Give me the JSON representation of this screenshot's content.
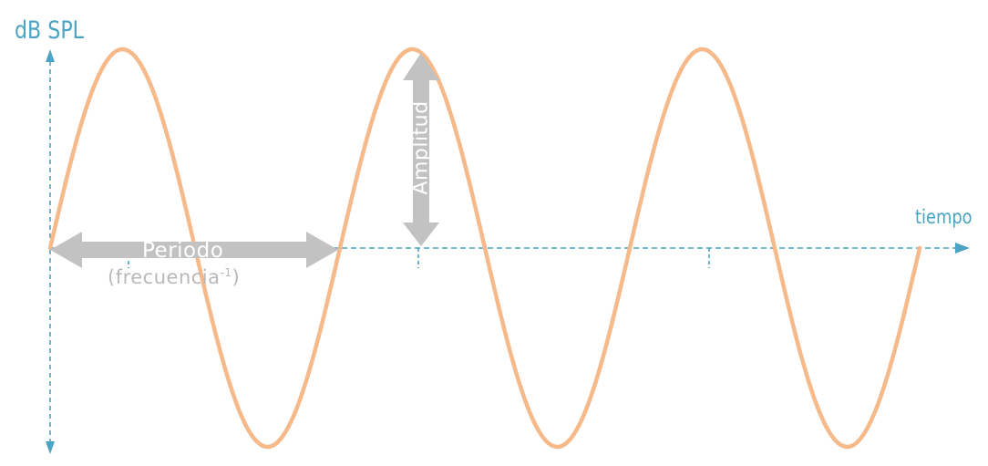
{
  "y_axis": {
    "title": "dB SPL"
  },
  "x_axis": {
    "title": "tiempo"
  },
  "wave": {
    "cycles": 3,
    "color": "#f5b98a"
  },
  "period": {
    "label": "Periodo",
    "sublabel": "(frecuencia",
    "sublabel_exp": "-1",
    "sublabel_close": ")"
  },
  "amplitude": {
    "label": "Amplitud"
  },
  "colors": {
    "axis": "#4aa3c2",
    "annotation": "#c2c2c2"
  }
}
